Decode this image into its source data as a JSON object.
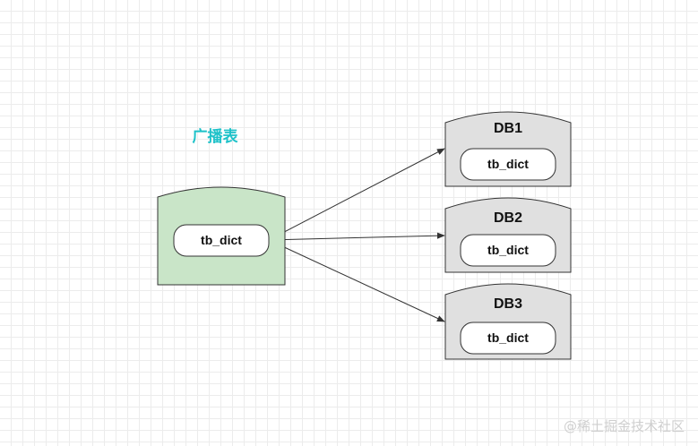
{
  "diagram": {
    "broadcast_label": "广播表",
    "source": {
      "table_label": "tb_dict"
    },
    "targets": [
      {
        "db_label": "DB1",
        "table_label": "tb_dict"
      },
      {
        "db_label": "DB2",
        "table_label": "tb_dict"
      },
      {
        "db_label": "DB3",
        "table_label": "tb_dict"
      }
    ]
  },
  "watermark": "@稀土掘金技术社区",
  "colors": {
    "broadcast_label": "#1ec2c9",
    "source_fill": "#c9e5c8",
    "target_fill": "#e0e0e0",
    "stroke": "#333333",
    "table_fill": "#ffffff"
  }
}
